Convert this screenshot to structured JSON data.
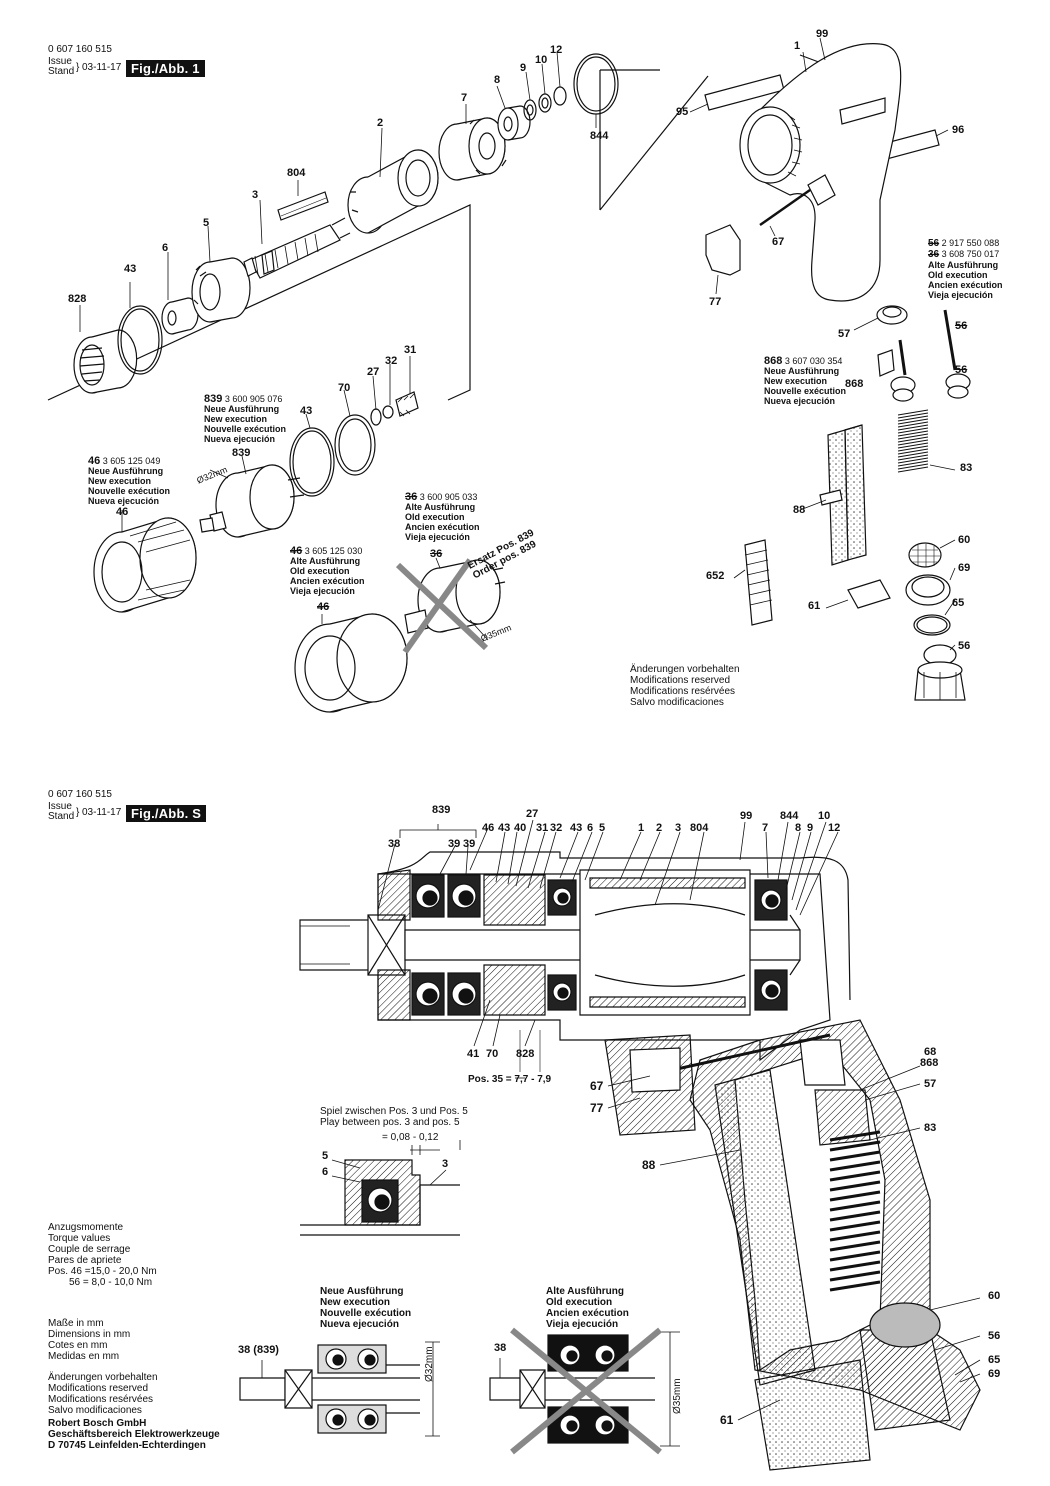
{
  "top": {
    "doc_number": "0 607 160 515",
    "issue_label": "Issue",
    "stand_label": "Stand",
    "issue_date": "03-11-17",
    "fig_label": "Fig./Abb. 1",
    "labels": [
      "99",
      "1",
      "95",
      "96",
      "12",
      "10",
      "9",
      "8",
      "7",
      "844",
      "2",
      "804",
      "3",
      "5",
      "6",
      "43",
      "828",
      "67",
      "77",
      "57",
      "56",
      "868",
      "83",
      "88",
      "60",
      "69",
      "652",
      "61",
      "65",
      "31",
      "32",
      "27",
      "70",
      "839",
      "46",
      "36"
    ],
    "part_839_number": "3 600 905 076",
    "part_46_number": "3 605 125 049",
    "part_36_number": "3 600 905 033",
    "part_46old_number": "3 605 125 030",
    "part_56a_number": "2 917 550 088",
    "part_56b_number": "3 608 750 017",
    "part_868_number": "3 607 030 354",
    "new_execution": [
      "Neue Ausführung",
      "New execution",
      "Nouvelle exécution",
      "Nueva ejecución"
    ],
    "old_execution": [
      "Alte Ausführung",
      "Old execution",
      "Ancien exécution",
      "Vieja ejecución"
    ],
    "diameter_32": "Ø32mm",
    "diameter_35": "Ø35mm",
    "replacement_note": [
      "Ersatz Pos. 839",
      "Order pos. 839"
    ],
    "modifications": [
      "Änderungen vorbehalten",
      "Modifications reserved",
      "Modifications resérvées",
      "Salvo modificaciones"
    ]
  },
  "bottom": {
    "doc_number": "0 607 160 515",
    "issue_label": "Issue",
    "stand_label": "Stand",
    "issue_date": "03-11-17",
    "fig_label": "Fig./Abb. S",
    "labels_top": [
      "839",
      "38",
      "39",
      "39",
      "46",
      "43",
      "40",
      "27",
      "31",
      "32",
      "43",
      "6",
      "5",
      "1",
      "2",
      "3",
      "804",
      "99",
      "7",
      "844",
      "8",
      "9",
      "10",
      "12"
    ],
    "labels_bottom": [
      "41",
      "70",
      "828"
    ],
    "pos35": "Pos. 35 = 7,7 - 7,9",
    "labels_right": [
      "68",
      "868",
      "57",
      "83",
      "60",
      "56",
      "65",
      "69"
    ],
    "labels_left": [
      "67",
      "77",
      "88",
      "61"
    ],
    "play_note": [
      "Spiel zwischen Pos. 3 und Pos. 5",
      "Play between pos. 3 and pos. 5"
    ],
    "play_value": "= 0,08 - 0,12",
    "play_labels": [
      "5",
      "6",
      "3"
    ],
    "torque": [
      "Anzugsmomente",
      "Torque values",
      "Couple de serrage",
      "Pares de apriete"
    ],
    "torque_values": [
      "Pos. 46 =15,0 - 20,0 Nm",
      "56 =  8,0 - 10,0 Nm"
    ],
    "dimensions": [
      "Maße in mm",
      "Dimensions in mm",
      "Cotes en mm",
      "Medidas en mm"
    ],
    "modifications": [
      "Änderungen vorbehalten",
      "Modifications reserved",
      "Modifications resérvées",
      "Salvo modificaciones"
    ],
    "company": [
      "Robert Bosch GmbH",
      "Geschäftsbereich Elektrowerkzeuge",
      "D 70745 Leinfelden-Echterdingen"
    ],
    "new_execution": [
      "Neue Ausführung",
      "New execution",
      "Nouvelle exécution",
      "Nueva ejecución"
    ],
    "old_execution": [
      "Alte Ausführung",
      "Old execution",
      "Ancien exécution",
      "Vieja ejecución"
    ],
    "label_38_839": "38 (839)",
    "label_38": "38",
    "diameter_32": "Ø32mm",
    "diameter_35": "Ø35mm"
  }
}
